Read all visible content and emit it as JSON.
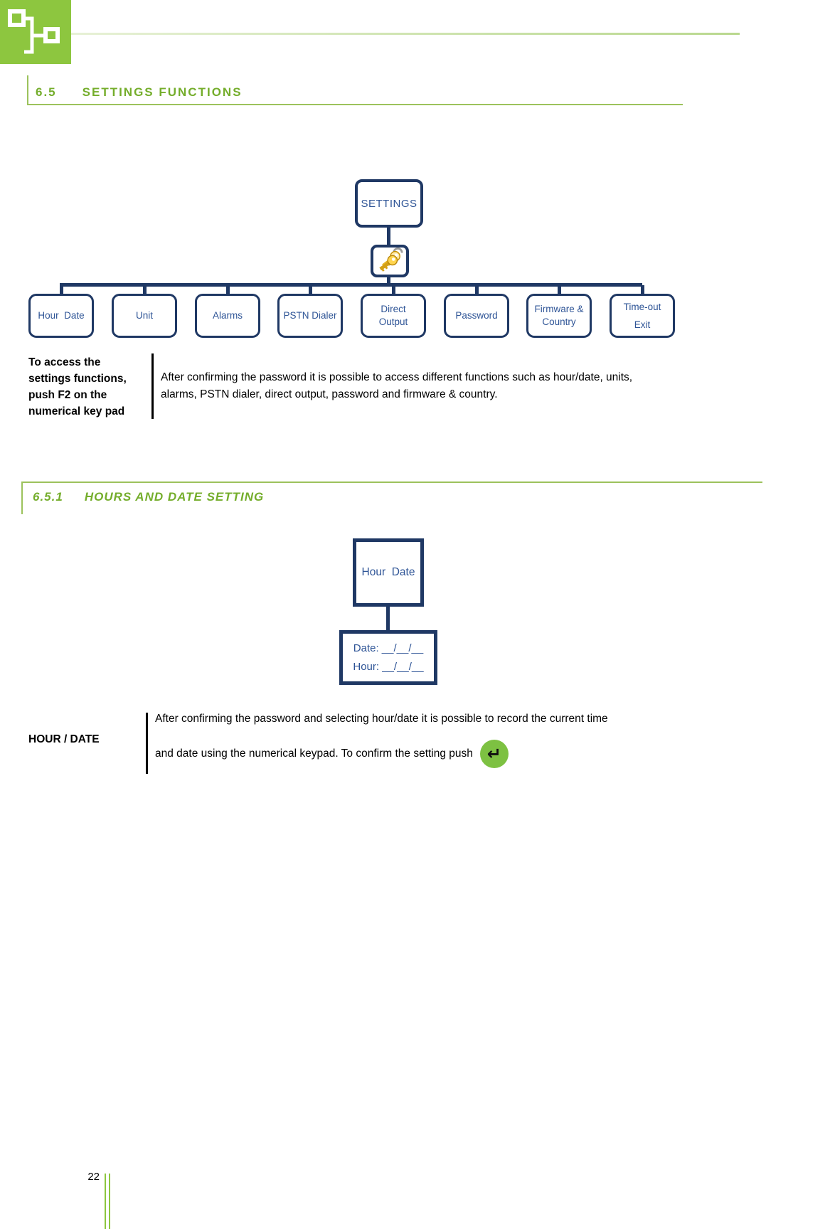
{
  "colors": {
    "brand_green": "#8DC63F",
    "heading_green": "#74AD2B",
    "diagram_border_navy": "#1F3864",
    "diagram_text_blue": "#2E5496",
    "enter_icon_green": "#7DC142"
  },
  "icons": {
    "logo": "sitemap-logo",
    "keys": "keys-icon",
    "enter": "enter-key-icon",
    "enter_glyph": "↵"
  },
  "section_65": {
    "number": "6.5",
    "title": "SETTINGS FUNCTIONS"
  },
  "section_651": {
    "number": "6.5.1",
    "title": "HOURS AND DATE SETTING"
  },
  "diagram_settings": {
    "root_label": "SETTINGS",
    "children": [
      {
        "lines": [
          "Hour  Date"
        ]
      },
      {
        "lines": [
          "Unit"
        ]
      },
      {
        "lines": [
          "Alarms"
        ]
      },
      {
        "lines": [
          "PSTN Dialer"
        ]
      },
      {
        "lines": [
          "Direct",
          "Output"
        ]
      },
      {
        "lines": [
          "Password"
        ]
      },
      {
        "lines": [
          "Firmware &",
          "Country"
        ]
      },
      {
        "lines": [
          "Time-out",
          "Exit"
        ]
      }
    ]
  },
  "access_note": {
    "sidebar": "To access the settings functions, push F2 on the numerical key pad",
    "body": "After confirming the password it is possible to access different functions such as hour/date, units, alarms, PSTN dialer, direct output, password and firmware & country."
  },
  "hour_date_diagram": {
    "root_label": "Hour  Date",
    "detail_lines": [
      "Date: __/__/__",
      "Hour: __/__/__"
    ]
  },
  "hour_date_note": {
    "sidebar": "HOUR / DATE",
    "body_line1": "After confirming the password and selecting hour/date it is possible to record the current time",
    "body_line2": "and date using the numerical keypad. To confirm the setting push"
  },
  "footer": {
    "page_number": "22"
  }
}
